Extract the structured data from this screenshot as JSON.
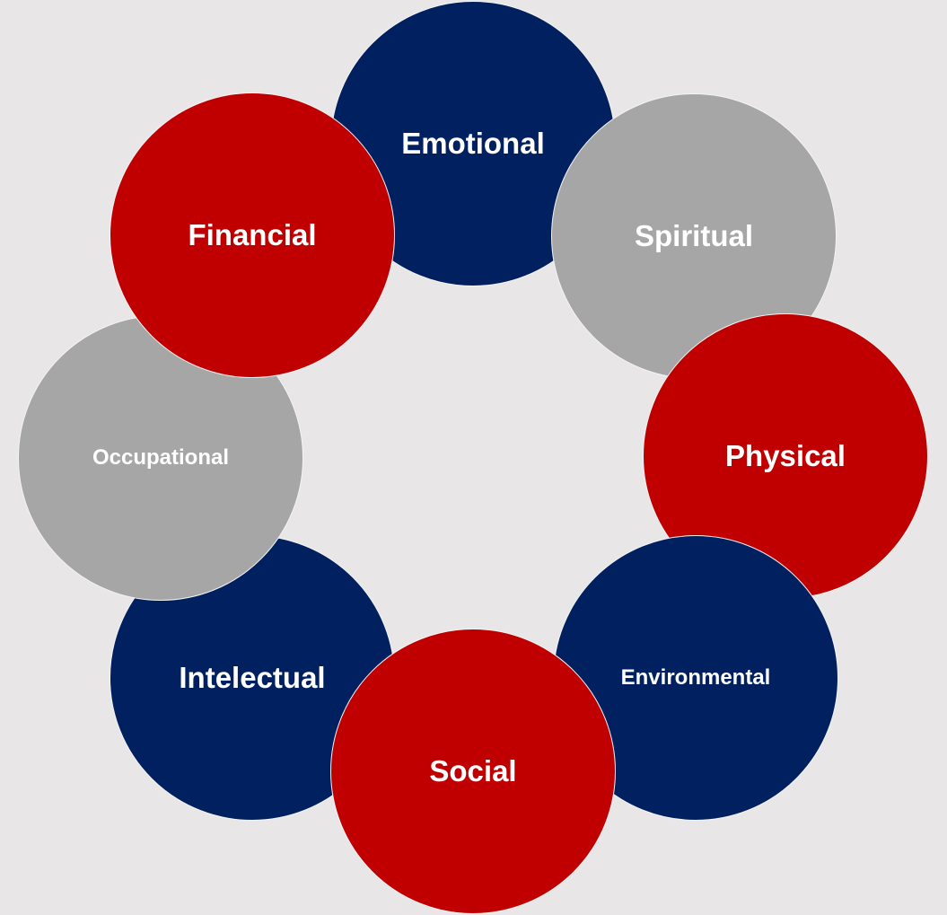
{
  "colors": {
    "navy": "#002060",
    "red": "#c00000",
    "gray": "#a6a6a6",
    "background": "#e8e6e6"
  },
  "dimensions": [
    {
      "label": "Emotional",
      "color": "navy"
    },
    {
      "label": "Spiritual",
      "color": "gray"
    },
    {
      "label": "Physical",
      "color": "red"
    },
    {
      "label": "Environmental",
      "color": "navy"
    },
    {
      "label": "Social",
      "color": "red"
    },
    {
      "label": "Intelectual",
      "color": "navy"
    },
    {
      "label": "Occupational",
      "color": "gray"
    },
    {
      "label": "Financial",
      "color": "red"
    }
  ]
}
